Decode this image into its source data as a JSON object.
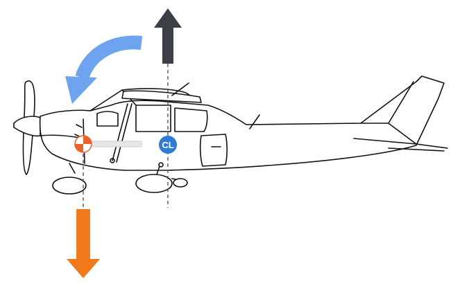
{
  "diagram": {
    "center_of_lift": {
      "label": "CL",
      "color": "#2f7bd6"
    },
    "center_of_gravity": {
      "symbol": "cg-symbol",
      "colors": [
        "#e8622a",
        "#ffffff"
      ]
    },
    "lift_arrow": {
      "direction": "up",
      "color": "#3c3f46"
    },
    "weight_arrow": {
      "direction": "down",
      "color": "#f07a1c"
    },
    "pitching_moment_arrow": {
      "direction": "nose-down",
      "color": "#6ea3f0"
    },
    "aircraft": {
      "outline_color": "#111111",
      "background": "#ffffff"
    }
  }
}
